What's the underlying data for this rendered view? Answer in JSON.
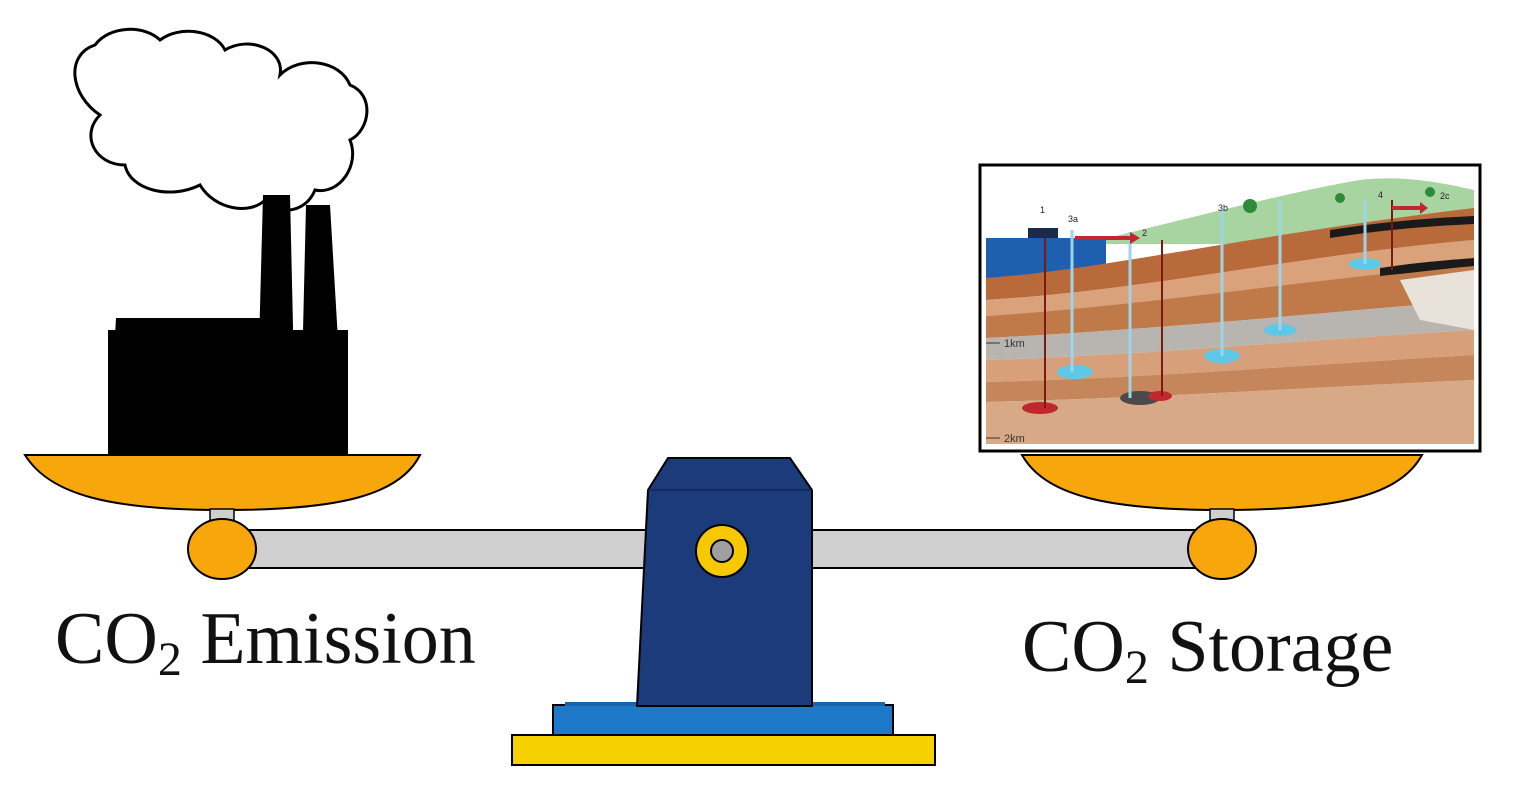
{
  "labels": {
    "emission": {
      "prefix": "CO",
      "subscript": "2",
      "suffix": " Emission"
    },
    "storage": {
      "prefix": "CO",
      "subscript": "2",
      "suffix": " Storage"
    }
  },
  "storage_diagram": {
    "depth_labels": [
      "1km",
      "2km"
    ],
    "well_labels": [
      "1",
      "3a",
      "2",
      "3b",
      "4",
      "2c"
    ]
  },
  "colors": {
    "pan": "#F7A60B",
    "pivot_base": "#1B3B7A",
    "base_top": "#1E78C8",
    "base_bottom": "#F7D000",
    "beam": "#CFCFCF",
    "factory": "#000000",
    "hinge": "#F7C800"
  }
}
